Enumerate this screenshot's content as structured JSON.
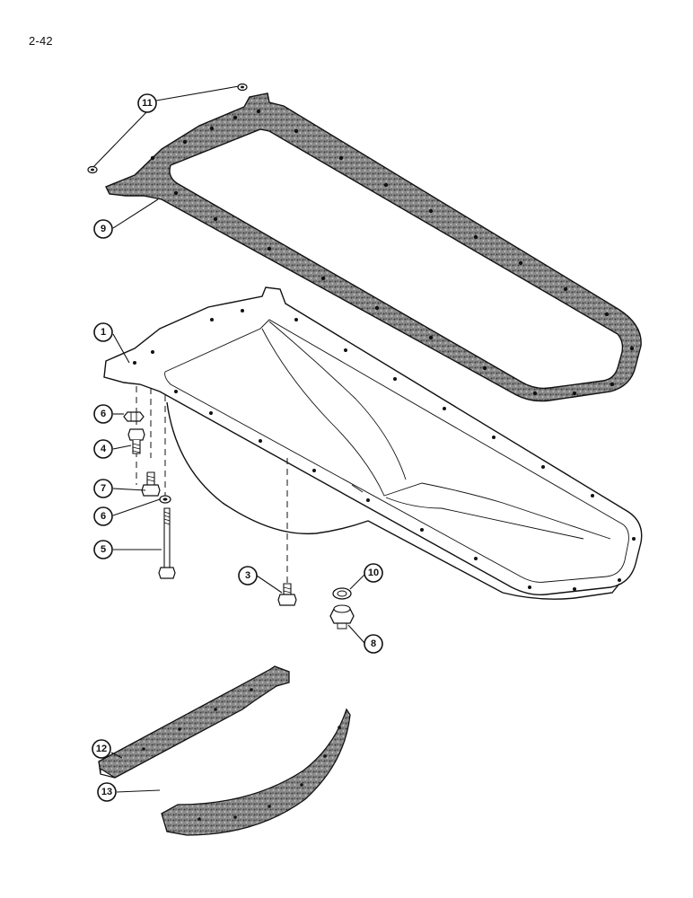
{
  "page": {
    "number": "2-42"
  },
  "callouts": [
    {
      "id": "11",
      "label": "11"
    },
    {
      "id": "9",
      "label": "9"
    },
    {
      "id": "1",
      "label": "1"
    },
    {
      "id": "6",
      "label": "6"
    },
    {
      "id": "4",
      "label": "4"
    },
    {
      "id": "7",
      "label": "7"
    },
    {
      "id": "6b",
      "label": "6"
    },
    {
      "id": "5",
      "label": "5"
    },
    {
      "id": "3",
      "label": "3"
    },
    {
      "id": "10",
      "label": "10"
    },
    {
      "id": "8",
      "label": "8"
    },
    {
      "id": "12",
      "label": "12"
    },
    {
      "id": "13",
      "label": "13"
    }
  ],
  "colors": {
    "ink": "#111111",
    "paper": "#ffffff",
    "gasket": "#6e6e6e"
  }
}
